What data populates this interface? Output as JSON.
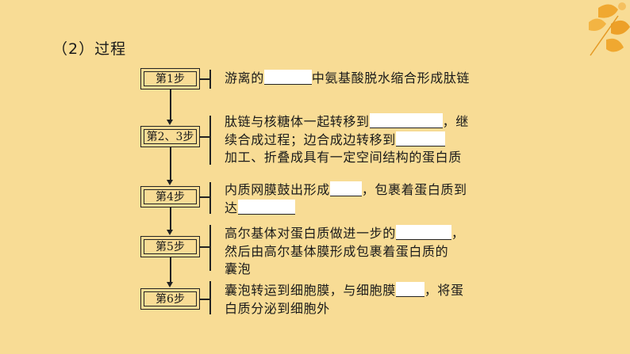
{
  "heading": "（2）过程",
  "steps": [
    {
      "label": "第1步"
    },
    {
      "label": "第2、3步"
    },
    {
      "label": "第4步"
    },
    {
      "label": "第5步"
    },
    {
      "label": "第6步"
    }
  ],
  "descriptions": {
    "s1": {
      "a": "游离的",
      "b": "中氨基酸脱水缩合形成肽链"
    },
    "s23": {
      "a": "肽链与核糖体一起转移到",
      "b": "，继",
      "c": "续合成过程；边合成边转移到",
      "d": "加工、折叠成具有一定空间结构的蛋白质"
    },
    "s4": {
      "a": "内质网膜鼓出形成",
      "b": "，包裹着蛋白质到",
      "c": "达"
    },
    "s5": {
      "a": "高尔基体对蛋白质做进一步的",
      "b": "，",
      "c": "然后由高尔基体膜形成包裹着蛋白质的",
      "d": "囊泡"
    },
    "s6": {
      "a": "囊泡转运到细胞膜，与细胞膜",
      "b": "，将蛋",
      "c": "白质分泌到细胞外"
    }
  },
  "colors": {
    "background": "#f8dc95",
    "decoration": "#f0a830"
  },
  "icons": [
    "autumn-leaf-decoration"
  ]
}
